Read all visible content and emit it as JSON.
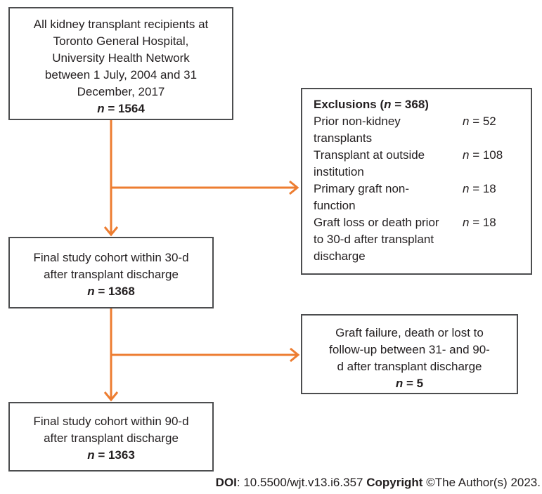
{
  "colors": {
    "arrow_orange": "#ED7D31",
    "box_border": "#4C4D4F",
    "text": "#231F20"
  },
  "top_box": {
    "lines": [
      "All kidney transplant recipients at",
      "Toronto General Hospital,",
      "University Health Network",
      "between 1 July, 2004 and 31",
      "December, 2017"
    ],
    "n_symbol": "n",
    "n_rest": " = 1564"
  },
  "exclusions_box": {
    "title_prefix": "Exclusions (",
    "title_n": "n",
    "title_suffix": " = 368)",
    "items": [
      {
        "lines": [
          "Prior non-kidney",
          "transplants"
        ],
        "n_symbol": "n",
        "n_rest": " = 52"
      },
      {
        "lines": [
          "Transplant at outside",
          "institution"
        ],
        "n_symbol": "n",
        "n_rest": " = 108"
      },
      {
        "lines": [
          "Primary graft non-",
          "function"
        ],
        "n_symbol": "n",
        "n_rest": " = 18"
      },
      {
        "lines": [
          "Graft loss or death prior",
          "to 30-d after transplant",
          "discharge"
        ],
        "n_symbol": "n",
        "n_rest": " = 18"
      }
    ]
  },
  "cohort30_box": {
    "lines": [
      "Final study cohort within 30-d",
      "after transplant discharge"
    ],
    "n_symbol": "n",
    "n_rest": " = 1368"
  },
  "dropout_box": {
    "lines": [
      "Graft failure, death or lost to",
      "follow-up between 31- and 90-",
      "d after transplant discharge"
    ],
    "n_symbol": "n",
    "n_rest": " = 5"
  },
  "cohort90_box": {
    "lines": [
      "Final study cohort within 90-d",
      "after transplant discharge"
    ],
    "n_symbol": "n",
    "n_rest": " = 1363"
  },
  "footer": {
    "doi_label": "DOI",
    "doi_text": ": 10.5500/wjt.v13.i6.357 ",
    "copyright_label": "Copyright",
    "copyright_text": " ©The Author(s) 2023."
  }
}
